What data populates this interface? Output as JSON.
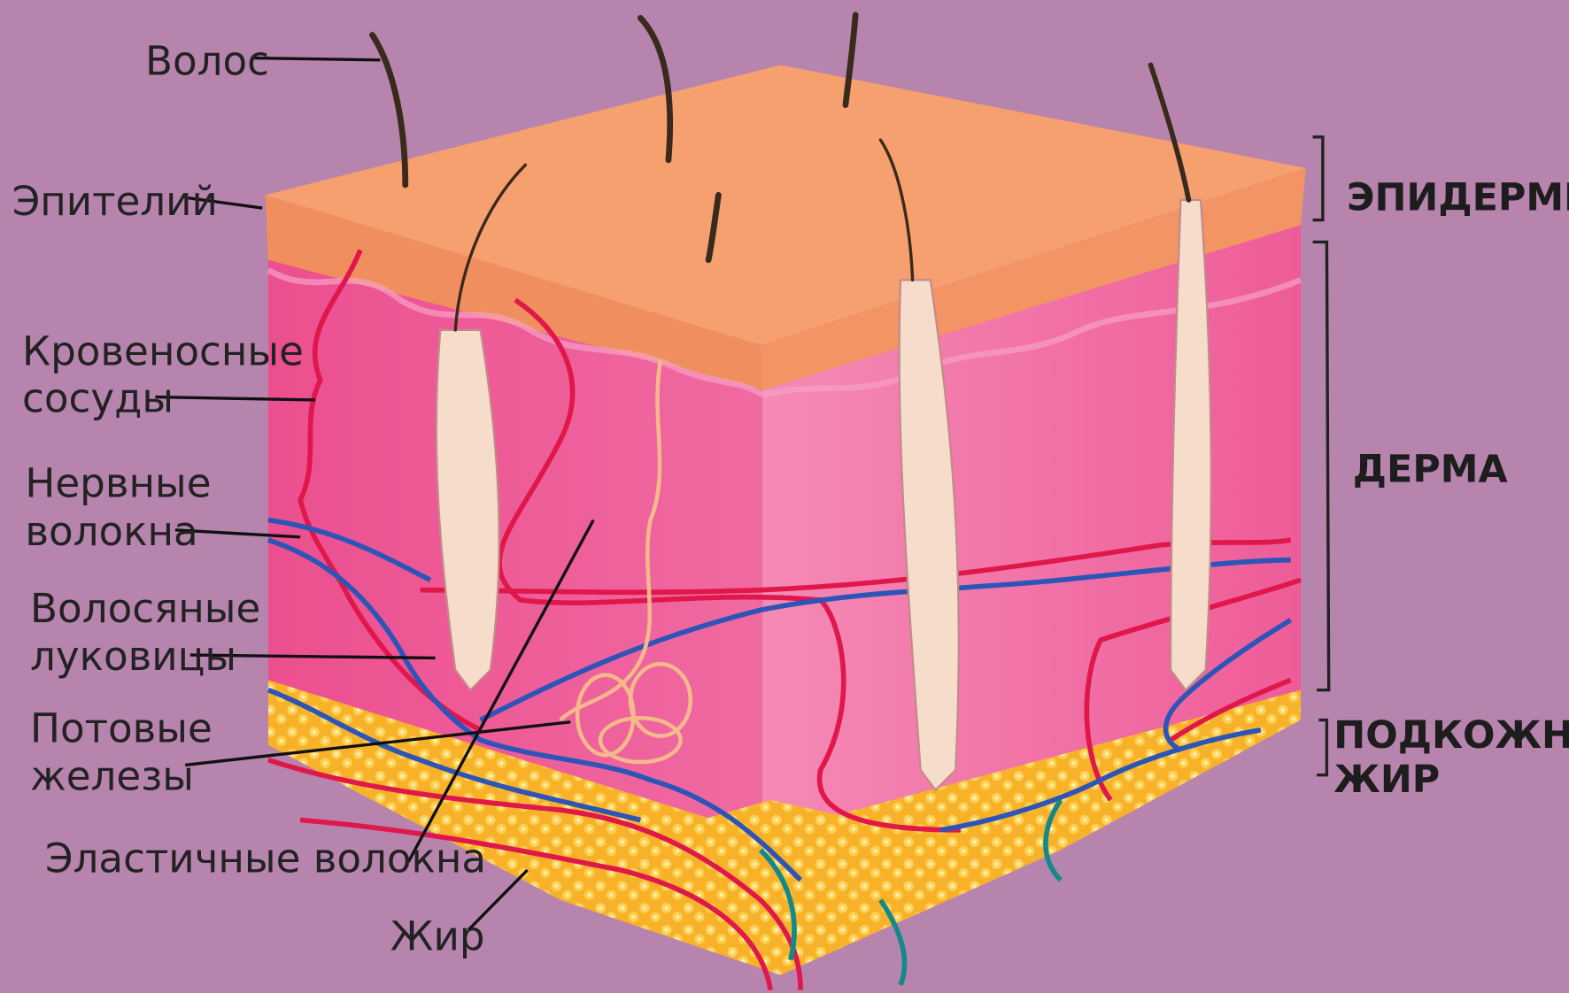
{
  "labels": {
    "hair": "Волос",
    "epithelium": "Эпителий",
    "vessels_1": "Кровеносные",
    "vessels_2": "сосуды",
    "nerves_1": "Нервные",
    "nerves_2": "волокна",
    "bulbs_1": "Волосяные",
    "bulbs_2": "луковицы",
    "sweat_1": "Потовые",
    "sweat_2": "железы",
    "elastic": "Эластичные волокна",
    "fat": "Жир"
  },
  "layers": {
    "epidermis": "ЭПИДЕРМИС",
    "dermis": "ДЕРМА",
    "subcutaneous_1": "ПОДКОЖНЫЙ",
    "subcutaneous_2": "ЖИР"
  },
  "colors": {
    "background": "#b784ad",
    "epidermis_top": "#f6a06f",
    "epidermis_edge": "#f08f5d",
    "dermis": "#ee5c98",
    "dermis_right": "#f07aa8",
    "fat": "#f7b22a",
    "artery": "#e0174b",
    "vein": "#2d55b8",
    "hair": "#3a2a1c"
  }
}
